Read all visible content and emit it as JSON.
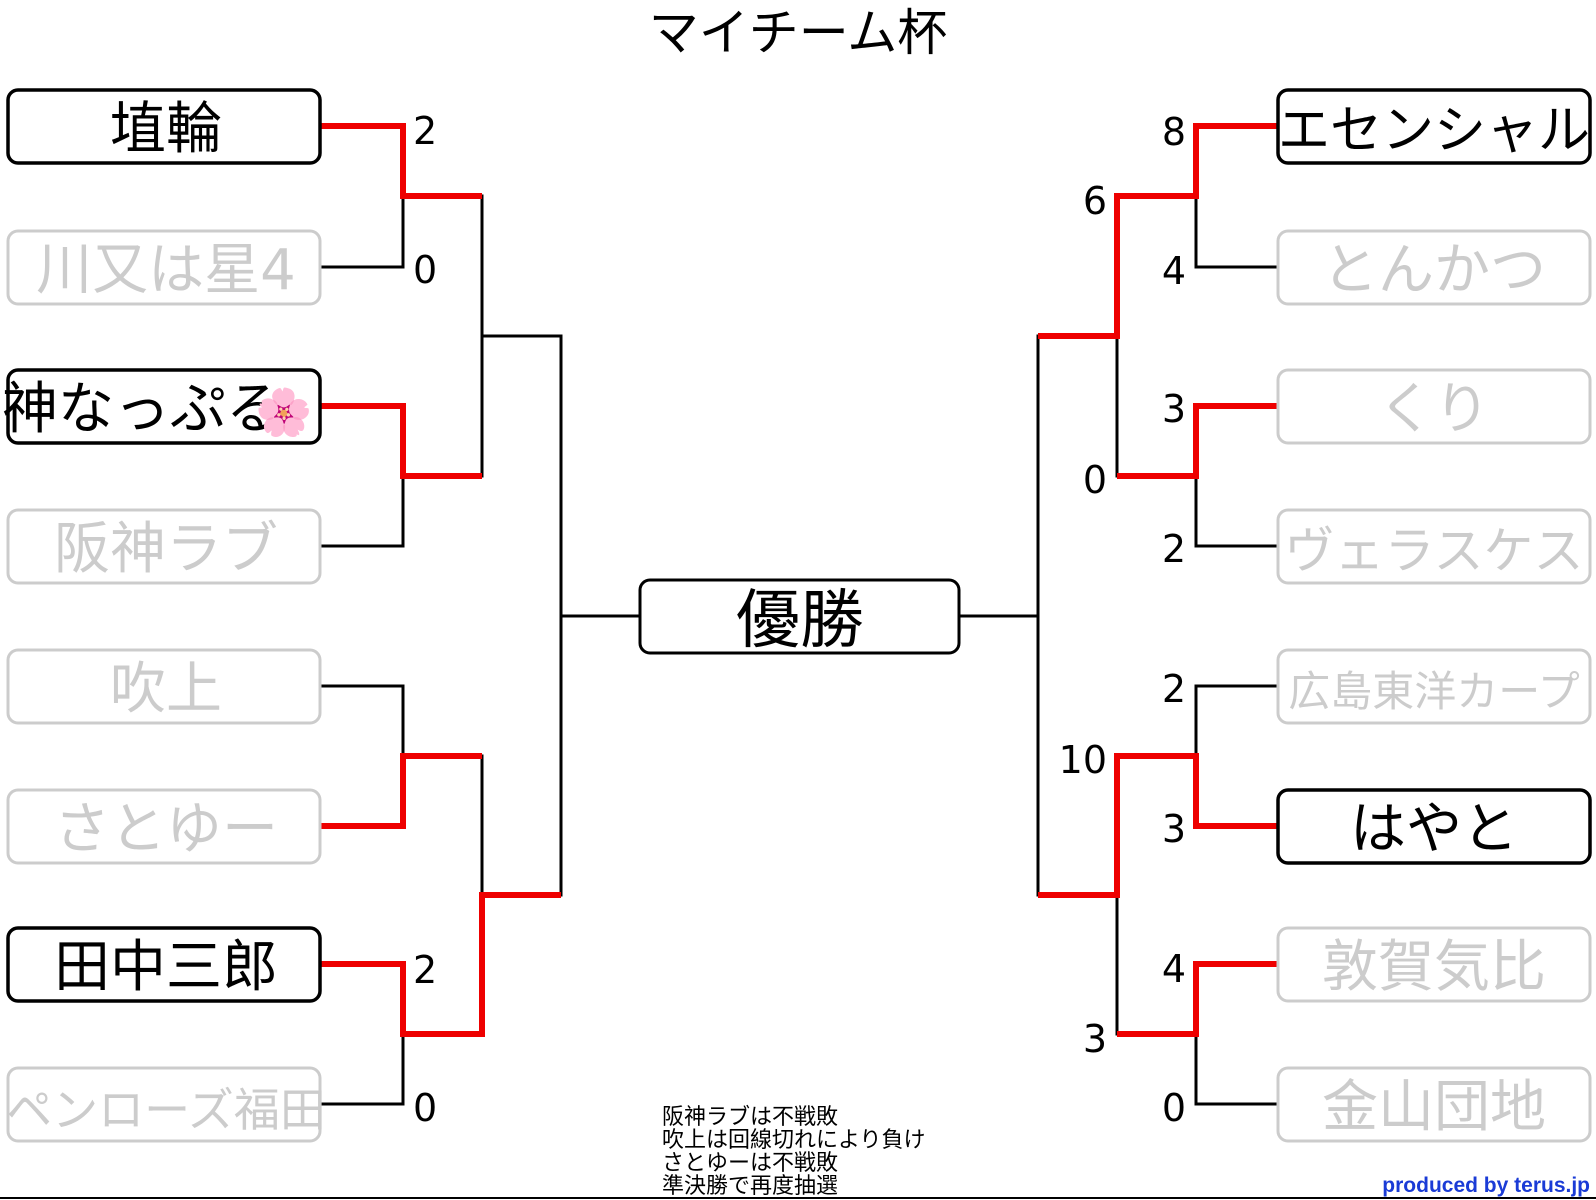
{
  "title": "マイチーム杯",
  "champion_label": "優勝",
  "notes": [
    "阪神ラブは不戦敗",
    "吹上は回線切れにより負け",
    "さとゆーは不戦敗",
    "準決勝で再度抽選"
  ],
  "credit": "produced by terus.jp",
  "colors": {
    "winner_line": "#ee0000",
    "line": "#000000",
    "eliminated": "#cccccc",
    "credit": "#1a3bd6"
  },
  "left_teams": [
    {
      "name": "埴輪",
      "active": true
    },
    {
      "name": "川又は星4",
      "active": false
    },
    {
      "name": "神なっぷる",
      "emoji": "🌸",
      "active": true
    },
    {
      "name": "阪神ラブ",
      "active": false
    },
    {
      "name": "吹上",
      "active": false
    },
    {
      "name": "さとゆー",
      "active": false
    },
    {
      "name": "田中三郎",
      "active": true
    },
    {
      "name": "ペンローズ福田",
      "active": false
    }
  ],
  "right_teams": [
    {
      "name": "エセンシャル",
      "active": true
    },
    {
      "name": "とんかつ",
      "active": false
    },
    {
      "name": "くり",
      "active": false
    },
    {
      "name": "ヴェラスケス",
      "active": false
    },
    {
      "name": "広島東洋カープ",
      "active": false
    },
    {
      "name": "はやと",
      "active": true
    },
    {
      "name": "敦賀気比",
      "active": false
    },
    {
      "name": "金山団地",
      "active": false
    }
  ],
  "scores": {
    "left_r1": [
      "2",
      "0",
      "",
      "",
      "",
      "",
      "2",
      "0"
    ],
    "right_r1": [
      "8",
      "4",
      "3",
      "2",
      "2",
      "3",
      "4",
      "0"
    ],
    "right_r2": [
      "6",
      "0",
      "10",
      "3"
    ]
  }
}
